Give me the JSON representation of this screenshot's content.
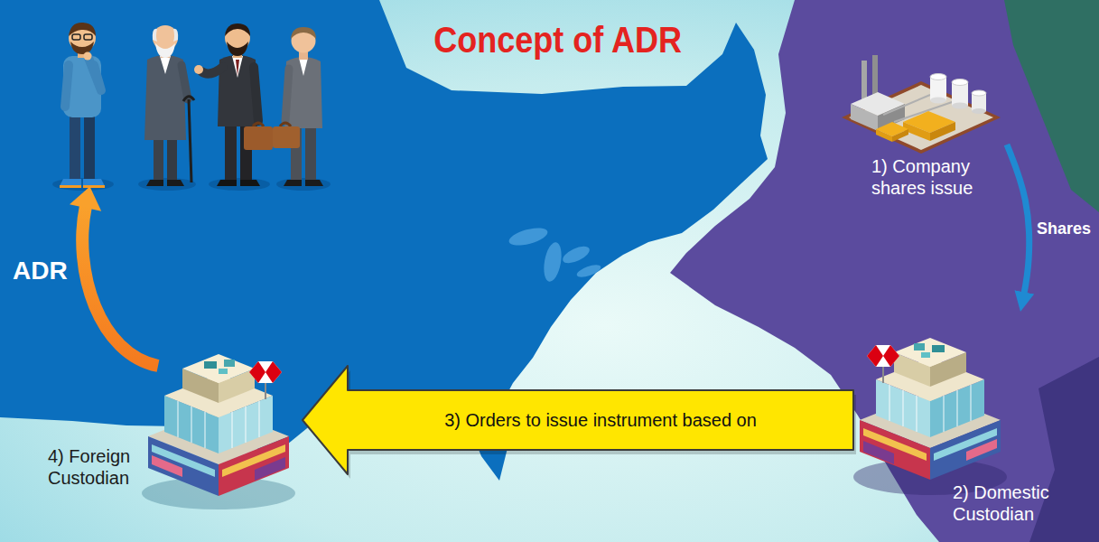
{
  "diagram": {
    "title": "Concept of ADR",
    "nodes": [
      {
        "text": [
          "1) Company shares issue"
        ]
      },
      {
        "text": [
          "2) Domestic Custodian"
        ]
      },
      {
        "text": [
          "4) Foreign Custodian"
        ]
      }
    ],
    "edges": [
      {
        "from": 0,
        "to": 1,
        "arrow": "to",
        "label": "Shares"
      },
      {
        "from": 1,
        "to": 2,
        "arrow": "to",
        "label": "3) Orders to issue instrument based on"
      }
    ],
    "labels": [
      "ADR"
    ]
  }
}
